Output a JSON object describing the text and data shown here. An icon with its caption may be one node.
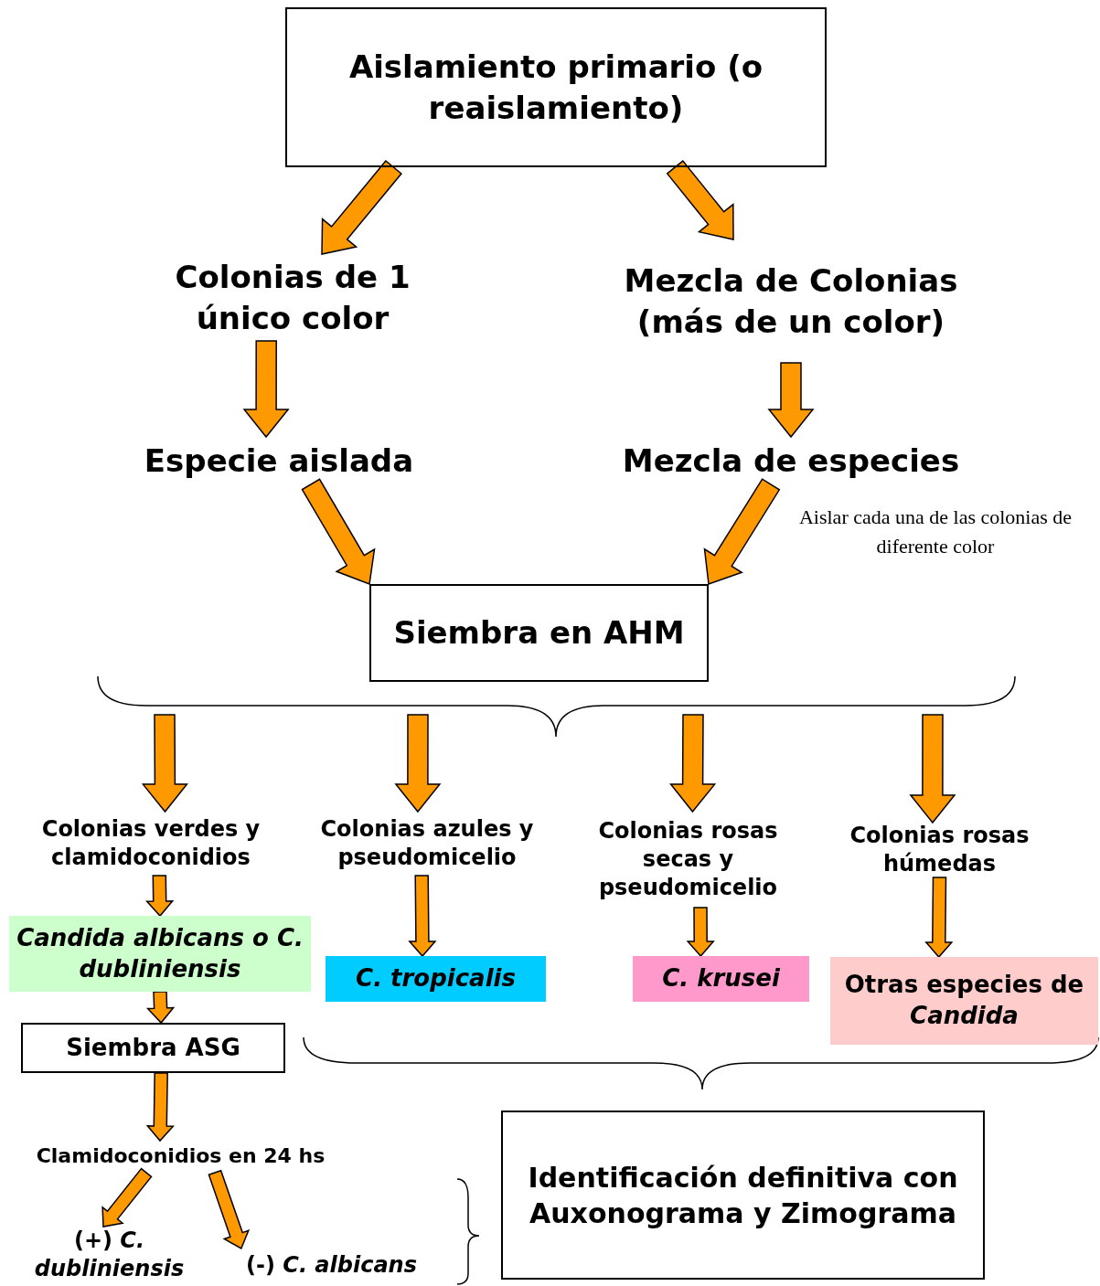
{
  "diagram": {
    "nodes": [
      {
        "text": [
          "Aislamiento primario (o reaislamiento)"
        ]
      },
      {
        "text": [
          "Colonias de 1 único color"
        ]
      },
      {
        "text": [
          "Mezcla de Colonias (más de un color)"
        ]
      },
      {
        "text": [
          "Especie aislada"
        ]
      },
      {
        "text": [
          "Mezcla de especies"
        ]
      },
      {
        "text": [
          "Siembra en AHM"
        ]
      },
      {
        "text": [
          "Colonias verdes y clamidoconidios"
        ]
      },
      {
        "text": [
          "Colonias azules y pseudomicelio"
        ]
      },
      {
        "text": [
          "Colonias rosas secas y pseudomicelio"
        ]
      },
      {
        "text": [
          "Colonias rosas húmedas"
        ]
      },
      {
        "text": [
          "*Candida albicans* o *C. dubliniensis*"
        ]
      },
      {
        "text": [
          "C. tropicalis"
        ]
      },
      {
        "text": [
          "C. krusei"
        ]
      },
      {
        "text": [
          "Otras especies de *Candida*"
        ]
      },
      {
        "text": [
          "Siembra ASG"
        ]
      },
      {
        "text": [
          "Clamidoconidios en 24 hs"
        ]
      },
      {
        "text": [
          "(+) *C. dubliniensis*"
        ]
      },
      {
        "text": [
          "(-) *C. albicans*"
        ]
      },
      {
        "text": [
          "Identificación definitiva con Auxonograma y Zimograma"
        ]
      }
    ],
    "edges": [
      {
        "from": 0,
        "to": 1,
        "arrow": "to"
      },
      {
        "from": 0,
        "to": 2,
        "arrow": "to"
      },
      {
        "from": 1,
        "to": 3,
        "arrow": "to"
      },
      {
        "from": 2,
        "to": 4,
        "arrow": "to"
      },
      {
        "from": 3,
        "to": 5,
        "arrow": "to"
      },
      {
        "from": 4,
        "to": 5,
        "arrow": "to"
      },
      {
        "from": null,
        "to": 6,
        "arrow": "to"
      },
      {
        "from": null,
        "to": 7,
        "arrow": "to"
      },
      {
        "from": null,
        "to": 8,
        "arrow": "to"
      },
      {
        "from": null,
        "to": 9,
        "arrow": "to"
      },
      {
        "from": 6,
        "to": 10,
        "arrow": "to"
      },
      {
        "from": 7,
        "to": 11,
        "arrow": "to"
      },
      {
        "from": 8,
        "to": 12,
        "arrow": "to"
      },
      {
        "from": 9,
        "to": 13,
        "arrow": "to"
      },
      {
        "from": 10,
        "to": 14,
        "arrow": "to"
      },
      {
        "from": 14,
        "to": 15,
        "arrow": "to"
      },
      {
        "from": 15,
        "to": 16,
        "arrow": "to"
      },
      {
        "from": 15,
        "to": 17,
        "arrow": "to"
      }
    ],
    "labels": [
      "Aislar cada una de las colonias de diferente color"
    ]
  }
}
